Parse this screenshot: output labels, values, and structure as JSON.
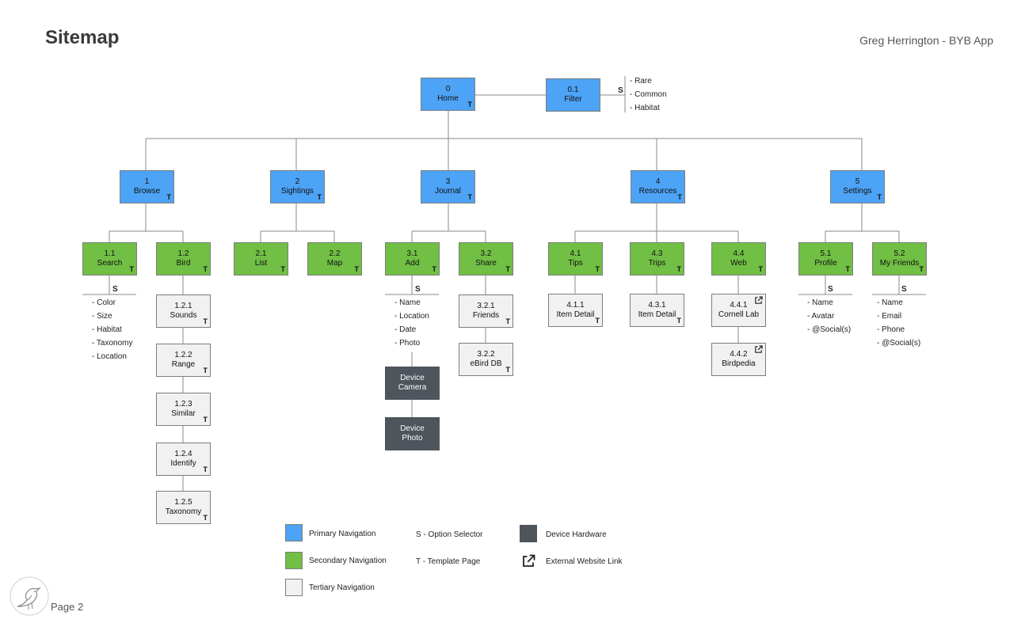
{
  "header": {
    "title": "Sitemap",
    "author": "Greg Herrington - BYB App"
  },
  "footer": {
    "page": "Page 2"
  },
  "t_mark": "T",
  "s_mark": "S",
  "nodes": {
    "home": {
      "num": "0",
      "label": "Home"
    },
    "filter": {
      "num": "0.1",
      "label": "Filter"
    },
    "browse": {
      "num": "1",
      "label": "Browse"
    },
    "sightings": {
      "num": "2",
      "label": "Sightings"
    },
    "journal": {
      "num": "3",
      "label": "Journal"
    },
    "resources": {
      "num": "4",
      "label": "Resources"
    },
    "settings": {
      "num": "5",
      "label": "Settings"
    },
    "search": {
      "num": "1.1",
      "label": "Search"
    },
    "bird": {
      "num": "1.2",
      "label": "Bird"
    },
    "list": {
      "num": "2.1",
      "label": "List"
    },
    "map": {
      "num": "2.2",
      "label": "Map"
    },
    "add": {
      "num": "3.1",
      "label": "Add"
    },
    "share": {
      "num": "3.2",
      "label": "Share"
    },
    "tips": {
      "num": "4.1",
      "label": "Tips"
    },
    "trips": {
      "num": "4.3",
      "label": "Trips"
    },
    "web": {
      "num": "4.4",
      "label": "Web"
    },
    "profile": {
      "num": "5.1",
      "label": "Profile"
    },
    "my_friends": {
      "num": "5.2",
      "label": "My Friends"
    },
    "sounds": {
      "num": "1.2.1",
      "label": "Sounds"
    },
    "range": {
      "num": "1.2.2",
      "label": "Range"
    },
    "similar": {
      "num": "1.2.3",
      "label": "Similar"
    },
    "identify": {
      "num": "1.2.4",
      "label": "Identify"
    },
    "taxonomy": {
      "num": "1.2.5",
      "label": "Taxonomy"
    },
    "friends": {
      "num": "3.2.1",
      "label": "Friends"
    },
    "ebird_db": {
      "num": "3.2.2",
      "label": "eBird DB"
    },
    "tips_detail": {
      "num": "4.1.1",
      "label": "Item Detail"
    },
    "trips_detail": {
      "num": "4.3.1",
      "label": "Item Detail"
    },
    "cornell_lab": {
      "num": "4.4.1",
      "label": "Cornell Lab"
    },
    "birdpedia": {
      "num": "4.4.2",
      "label": "Birdpedia"
    },
    "device_camera": {
      "line1": "Device",
      "line2": "Camera"
    },
    "device_photo": {
      "line1": "Device",
      "line2": "Photo"
    }
  },
  "option_lists": {
    "filter": [
      "- Rare",
      "- Common",
      "- Habitat"
    ],
    "search": [
      "- Color",
      "- Size",
      "- Habitat",
      "- Taxonomy",
      "- Location"
    ],
    "add": [
      "- Name",
      "- Location",
      "- Date",
      "- Photo"
    ],
    "profile": [
      "- Name",
      "- Avatar",
      "- @Social(s)"
    ],
    "my_friends": [
      "- Name",
      "- Email",
      "- Phone",
      "- @Social(s)"
    ]
  },
  "legend": {
    "primary": "Primary Navigation",
    "secondary": "Secondary Navigation",
    "tertiary": "Tertiary Navigation",
    "option_selector": "S - Option Selector",
    "template_page": "T - Template Page",
    "device_hardware": "Device Hardware",
    "external_link": "External Website Link"
  },
  "colors": {
    "primary": "#4da3f5",
    "secondary": "#71bf44",
    "tertiary": "#f1f1f1",
    "device": "#4f555c"
  }
}
